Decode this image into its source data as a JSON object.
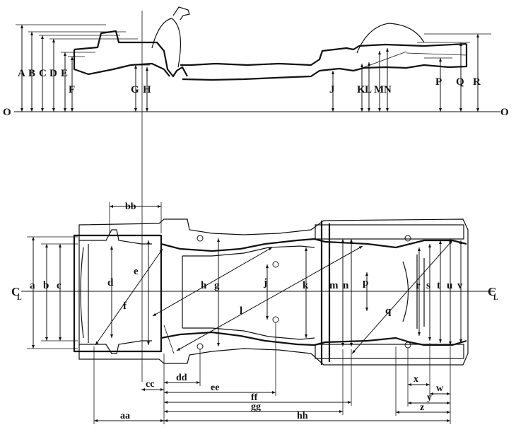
{
  "side_view": {
    "datum_left": "O",
    "datum_right": "O",
    "labels": [
      "A",
      "B",
      "C",
      "D",
      "E",
      "F",
      "G",
      "H",
      "J",
      "K",
      "L",
      "M",
      "N",
      "P",
      "Q",
      "R"
    ]
  },
  "plan_view": {
    "centerline_left": "C",
    "centerline_left_sub": "L",
    "centerline_right": "C",
    "centerline_right_sub": "L",
    "labels": [
      "a",
      "b",
      "c",
      "d",
      "e",
      "f",
      "g",
      "h",
      "j",
      "k",
      "l",
      "m",
      "n",
      "p",
      "q",
      "r",
      "s",
      "t",
      "u",
      "v"
    ],
    "dims": [
      "bb",
      "cc",
      "dd",
      "ee",
      "ff",
      "gg",
      "hh",
      "aa",
      "x",
      "w",
      "y",
      "z"
    ]
  },
  "colors": {
    "ink": "#111111",
    "paper": "#ffffff"
  }
}
